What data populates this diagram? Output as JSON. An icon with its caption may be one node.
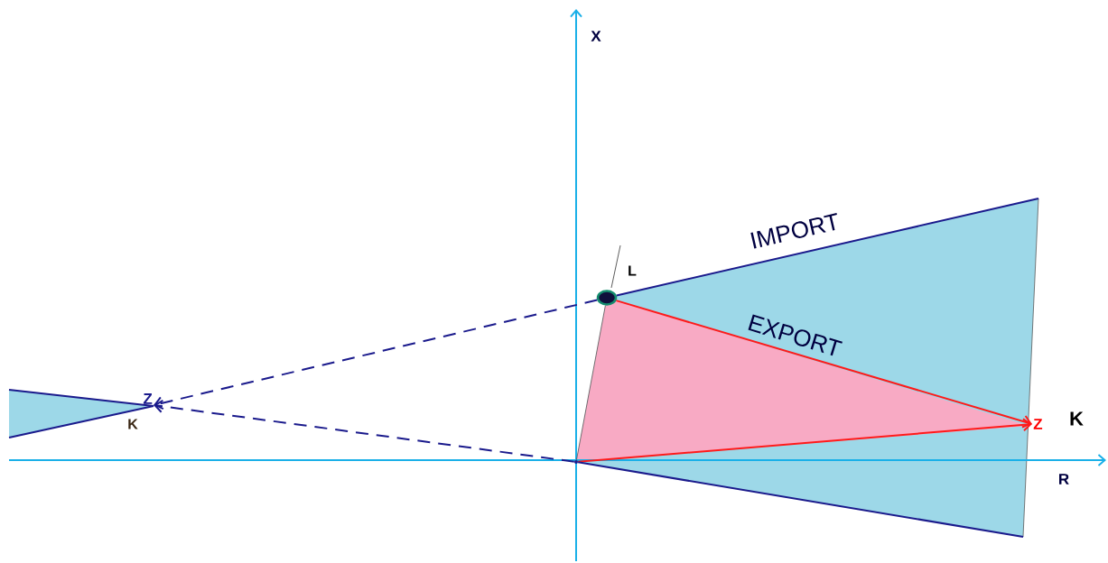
{
  "diagram": {
    "nodes": [
      {
        "text": [],
        "shape": "circle",
        "beside": [
          "L"
        ]
      },
      {
        "text": [
          "Z"
        ],
        "beside": [
          "K"
        ]
      },
      {
        "text": [
          "Z"
        ],
        "beside": [
          "K"
        ]
      },
      {
        "text": [],
        "shape": "circle"
      }
    ],
    "edges": [
      {
        "from": 0,
        "to": 2,
        "arrow": "to",
        "color": "#ff1a1a",
        "label": "EXPORT"
      },
      {
        "from": 3,
        "to": 2,
        "arrow": "to",
        "color": "#ff1a1a"
      },
      {
        "from": 0,
        "to": 1,
        "arrow": "to",
        "style": "dashed",
        "color": "#1a1a8c"
      },
      {
        "from": 3,
        "to": 1,
        "arrow": "to",
        "style": "dashed",
        "color": "#1a1a8c"
      },
      {
        "from": 0,
        "to": null,
        "arrow": "none",
        "color": "#1a1a8c",
        "label": "IMPORT"
      },
      {
        "from": 3,
        "to": null,
        "arrow": "none",
        "color": "#1a1a8c"
      },
      {
        "from": 3,
        "to": 0,
        "arrow": "none",
        "color": "#555555"
      }
    ],
    "labels": [
      "X",
      "R"
    ]
  }
}
